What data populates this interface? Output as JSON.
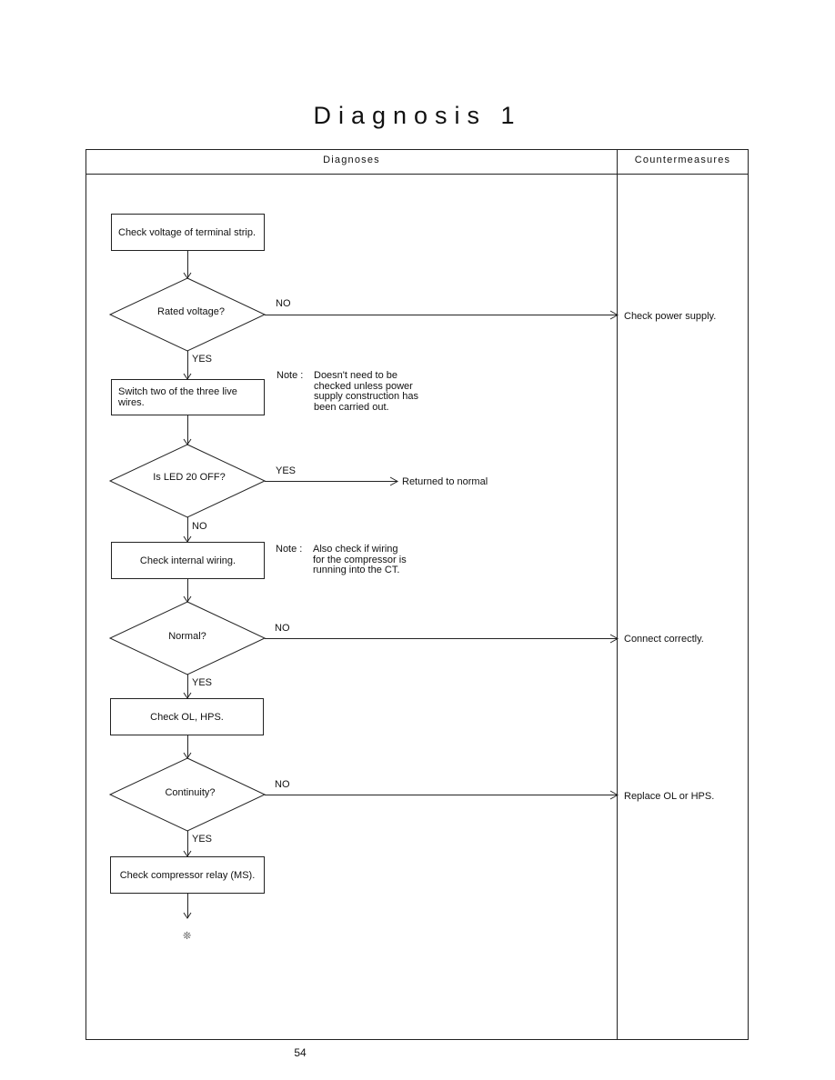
{
  "title": "Diagnosis 1",
  "headers": {
    "diagnoses": "Diagnoses",
    "countermeasures": "Countermeasures"
  },
  "steps": {
    "check_terminal": "Check voltage of terminal strip.",
    "rated_voltage": "Rated voltage?",
    "switch_wires": "Switch two of the three live wires.",
    "led_off": "Is LED 20 OFF?",
    "internal_wiring": "Check internal wiring.",
    "normal": "Normal?",
    "check_ol": "Check OL, HPS.",
    "continuity": "Continuity?",
    "compressor_relay": "Check compressor relay (MS)."
  },
  "labels": {
    "yes": "YES",
    "no": "NO"
  },
  "notes": {
    "prefix": "Note :",
    "note1": "Doesn't need to be\nchecked unless power\nsupply construction has\nbeen carried out.",
    "note2": "Also check if wiring\nfor the compressor is\nrunning into the CT."
  },
  "outcomes": {
    "returned_normal": "Returned to normal"
  },
  "countermeasures": {
    "power_supply": "Check power supply.",
    "connect_correctly": "Connect correctly.",
    "replace_ol": "Replace OL or HPS."
  },
  "continuation_mark": "❊",
  "page_number": "54"
}
